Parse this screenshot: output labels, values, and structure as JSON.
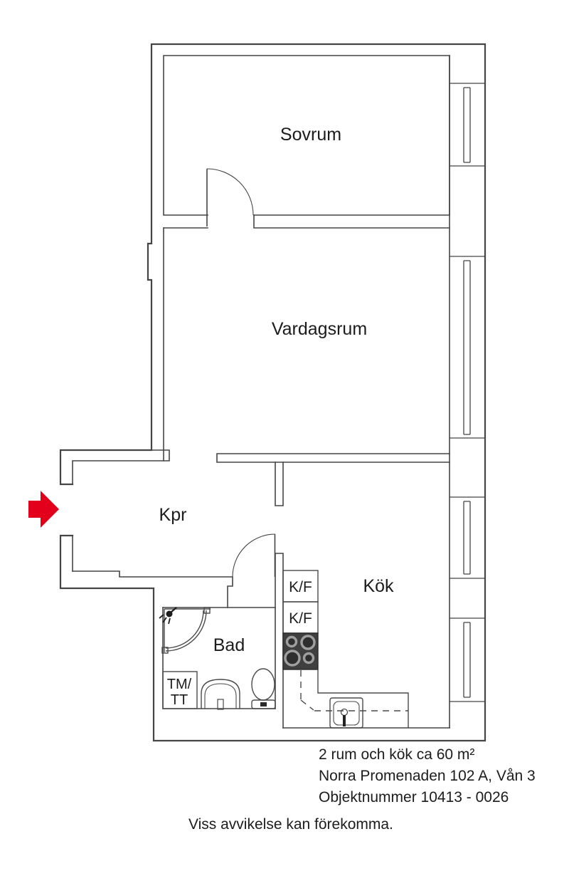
{
  "rooms": {
    "bedroom": "Sovrum",
    "living_room": "Vardagsrum",
    "hallway": "Kpr",
    "kitchen": "Kök",
    "bathroom": "Bad"
  },
  "appliances": {
    "fridge_freezer_top": "K/F",
    "fridge_freezer_bottom": "K/F",
    "washer_line1": "TM/",
    "washer_line2": "TT"
  },
  "footer": {
    "line1": "2 rum och kök ca 60 m²",
    "line2": "Norra Promenaden 102 A, Vån 3",
    "line3": "Objektnummer 10413 - 0026",
    "disclaimer": "Viss avvikelse kan förekomma."
  },
  "colors": {
    "arrow": "#e2001a",
    "wall": "#454545",
    "stove": "#3f3f3f",
    "burner_ring": "#9f9f9f",
    "burner_center": "#2e2e2e"
  }
}
